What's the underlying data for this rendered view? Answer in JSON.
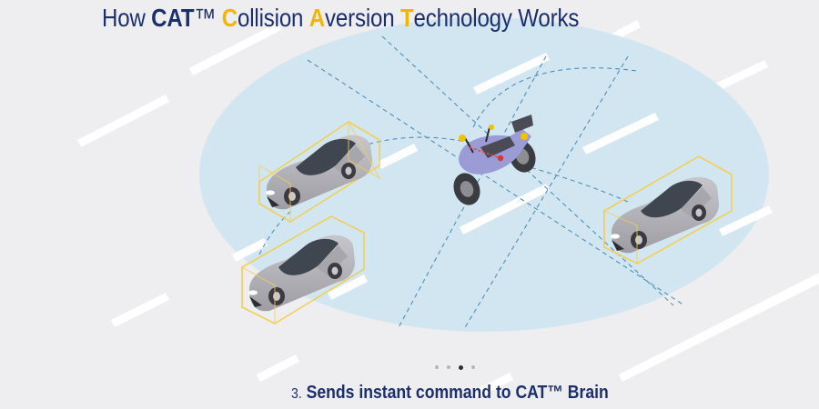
{
  "title": {
    "prefix": "How ",
    "brand": "CAT",
    "tm": "™ ",
    "w1_initial": "C",
    "w1_rest": "ollision ",
    "w2_initial": "A",
    "w2_rest": "version ",
    "w3_initial": "T",
    "w3_rest": "echnology Works"
  },
  "carousel": {
    "slide_count": 4,
    "active_index": 2
  },
  "caption": {
    "number": "3.",
    "text": "Sends instant command to CAT™ Brain"
  },
  "colors": {
    "title_blue": "#1b2f6e",
    "accent_yellow": "#f0b600",
    "road_grey": "#eeeef0",
    "sensor_zone": "#d2e6f1",
    "sensor_dash": "#4f8fba",
    "box_yellow": "#f2cf55",
    "car_grey": "#b1b1b6"
  }
}
